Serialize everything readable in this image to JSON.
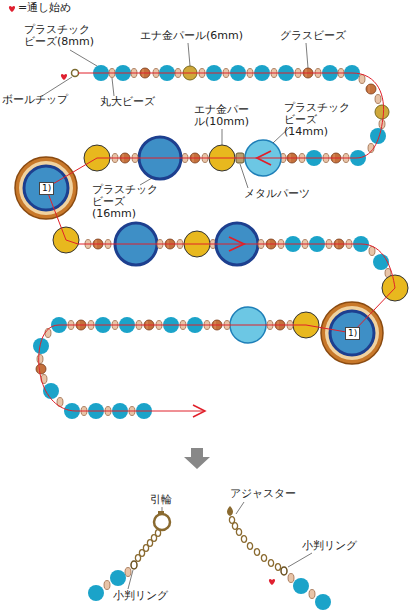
{
  "diagram": {
    "labels": [
      "=通し始め",
      "プラスチック ビーズ(8mm)",
      "エナ金パール(6mm)",
      "グラスビーズ",
      "ボールチップ",
      "丸大ビーズ",
      "エナ金パール(10mm)",
      "プラスチック ビーズ(14mm)",
      "1)",
      "プラスチック ビーズ(16mm)",
      "メタルパーツ",
      "1)",
      "引輪",
      "アジャスター",
      "小判リング",
      "小判リング"
    ]
  }
}
